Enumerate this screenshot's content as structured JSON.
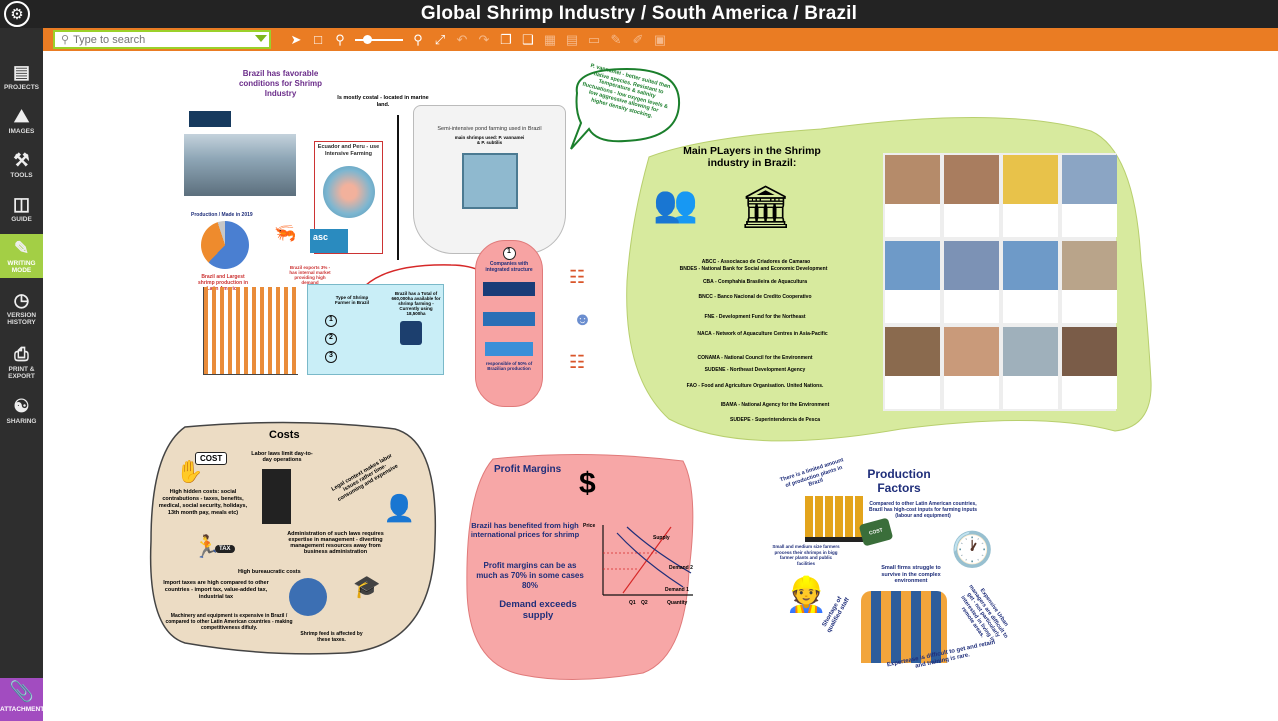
{
  "window": {
    "title": "Global Shrimp Industry / South America / Brazil"
  },
  "search": {
    "placeholder": "Type to search"
  },
  "sidebar": {
    "items": [
      {
        "label": "PROJECTS",
        "icon": "projects-icon"
      },
      {
        "label": "IMAGES",
        "icon": "images-icon"
      },
      {
        "label": "TOOLS",
        "icon": "tools-icon"
      },
      {
        "label": "GUIDE",
        "icon": "guide-icon"
      },
      {
        "label": "WRITING MODE",
        "icon": "writing-mode-icon"
      },
      {
        "label": "VERSION HISTORY",
        "icon": "history-icon"
      },
      {
        "label": "PRINT & EXPORT",
        "icon": "print-icon"
      },
      {
        "label": "SHARING",
        "icon": "sharing-icon"
      }
    ],
    "attachments": "ATTACHMENTS"
  },
  "conditions": {
    "title": "Brazil has favorable conditions for Shrimp Industry",
    "coastal": "Is mostly costal - located in marine land.",
    "semi_title": "Semi-intensive pond farming used in Brazil",
    "semi_sub": "main shrimps used: P. vannamei & P. subtilis",
    "ecuador": "Ecuador and Peru - use Intensive Farming",
    "callout": "P. vannamei - better suited than native species. Resistant to Temperature & salinity fluctuations - low oxygen levels & low aggressive allowing for higher density stocking.",
    "production_title": "Production / Made in 2019",
    "exports": "Brazil exports 3% - has internal market providing high demand",
    "largest": "Brazil and Largest shrimp production in Latin America",
    "farmers": "Type of Shrimp Farmer in Brazil",
    "total": "Brazil has a Total of 660,000ha available for shrimp farming - Currently using 18,500ha",
    "companies": "Companies with integrated structure",
    "responsible": "responsible of 50% of Brazilian production",
    "step_num": "1"
  },
  "players": {
    "title": "Main PLayers in the Shrimp industry in Brazil:",
    "orgs": [
      "ABCC - Associacao de Criadores de Camarao",
      "BNDES - National Bank for Social and Economic Development",
      "CBA - Comphahia Brasileira de Aquacultura",
      "BNCC - Banco Nacional de Credito Cooperativo",
      "FNE - Development Fund for the Northeast",
      "NACA - Network of Aquaculture Centres in Asia-Pacific",
      "CONAMA - National Council for the Environment",
      "SUDENE - Northeast Development Agency",
      "FAO - Food and Agriculture Organisation. United Nations.",
      "IBAMA - National Agency for the Environment",
      "SUDEPE - Superintendencia de Pesca"
    ]
  },
  "costs": {
    "title": "Costs",
    "cost_label": "COST",
    "tax_label": "TAX",
    "labor": "Labor laws limit day-to-day operations",
    "hidden": "High hidden costs: social contrabutions - taxes, benefits, medical, social security, holidays, 13th month pay, meals etc)",
    "legal": "Legal context makes labor issues rather time-consuming and expensive",
    "admin": "Administration of such laws requires expertise in management - diverting management resources away from business administration",
    "bureaucratic": "High bureaucratic costs",
    "import": "Import taxes are high compared to other countries - import tax, value-added tax, industrial tax",
    "machinery": "Machinery and equipment is expensive in Brazil / compared to other Latin American countries - making competitiveness difiuly.",
    "feed": "Shrimp feed is affected by these taxes."
  },
  "profit": {
    "title": "Profit Margins",
    "benefited": "Brazil has benefited from high international prices for shrimp",
    "margins": "Profit margins can be as much as 70% in some cases 80%",
    "demand": "Demand exceeds supply",
    "price_label": "Price",
    "quantity_label": "Quantity",
    "supply_label": "Supply",
    "demand2_label": "Demand 2",
    "demand1_label": "Demand 1",
    "q1_label": "Q1",
    "q2_label": "Q2"
  },
  "production": {
    "title": "Production Factors",
    "limited": "There is a limited amount of production plants in Brazil",
    "compared": "Compared to other Latin American countries, Brazil has high-cost inputs for farming inputs (labour and equipment)",
    "small": "Small and medium size farmers process their shrimps in bigg farmer plants and public facilities",
    "struggle": "Small firms struggle to survive in the complex environment",
    "urban": "Expensive Urban managers are difficult to get - not particularly interested in living in remote areas.",
    "shortage": "Shortage of qualified staff",
    "expertise": "Expertease is difficult to get and retain and training is rare.",
    "cost_bag": "COST"
  }
}
